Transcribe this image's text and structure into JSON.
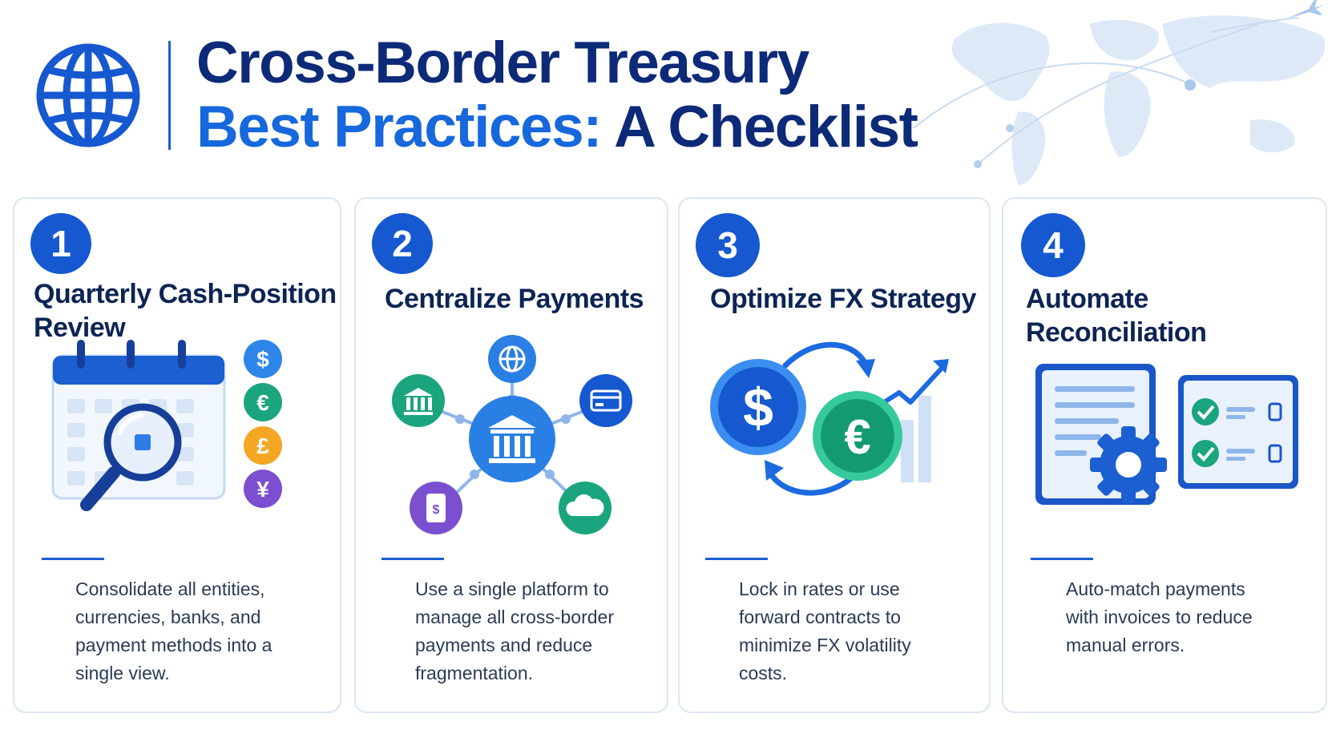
{
  "header": {
    "title_line1": "Cross-Border Treasury",
    "title_line2_accent": "Best Practices:",
    "title_line2_rest": "A Checklist"
  },
  "cards": [
    {
      "number": "1",
      "title": "Quarterly Cash-Position Review",
      "description": "Consolidate all entities, currencies, banks, and payment methods into a single view.",
      "icons": [
        "calendar-icon",
        "magnifier-icon",
        "dollar-coin-icon",
        "euro-coin-icon",
        "pound-coin-icon",
        "yen-coin-icon"
      ],
      "currency_symbols": [
        "$",
        "€",
        "£",
        "¥"
      ]
    },
    {
      "number": "2",
      "title": "Centralize Payments",
      "description": "Use a single platform to manage all cross-border payments and reduce fragmentation.",
      "icons": [
        "bank-hub-icon",
        "globe-icon",
        "bank-icon",
        "card-icon",
        "mobile-icon",
        "cloud-icon"
      ]
    },
    {
      "number": "3",
      "title": "Optimize FX Strategy",
      "description": "Lock in rates or use forward contracts to minimize FX volatility costs.",
      "icons": [
        "dollar-coin-icon",
        "euro-coin-icon",
        "exchange-arrows-icon",
        "trend-up-icon"
      ],
      "currency_symbols": [
        "$",
        "€"
      ]
    },
    {
      "number": "4",
      "title": "Automate Reconciliation",
      "description": "Auto-match payments with invoices to reduce manual errors.",
      "icons": [
        "document-icon",
        "gear-icon",
        "checklist-icon"
      ]
    }
  ],
  "colors": {
    "navy": "#0d2a78",
    "blue": "#1668dc",
    "badge": "#1658d0",
    "green": "#1aa57e",
    "orange": "#f5a623",
    "purple": "#7b4fd0",
    "card_border": "#d9e6f5"
  }
}
